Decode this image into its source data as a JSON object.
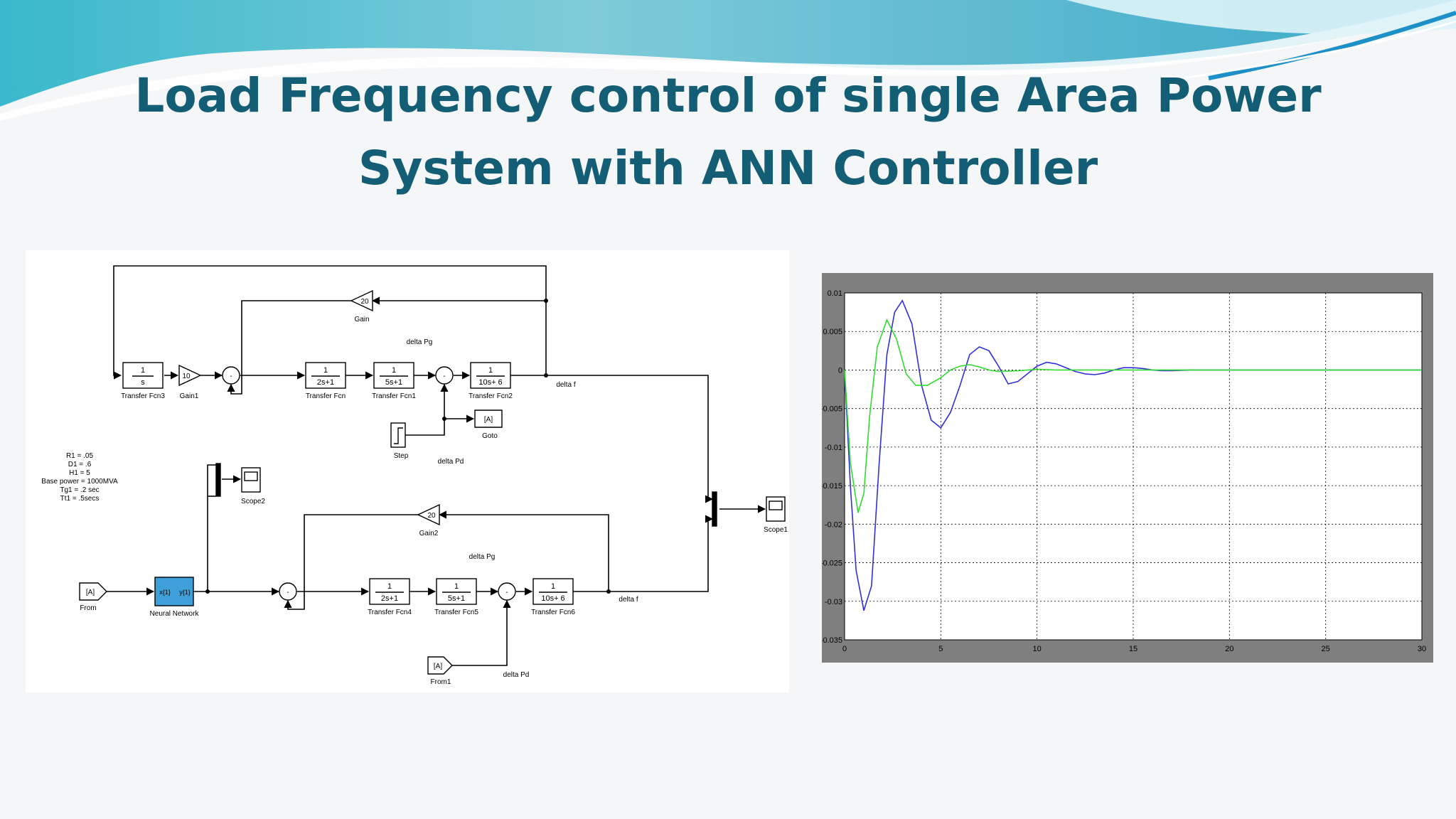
{
  "slide": {
    "title_line1": "Load Frequency control of single Area Power",
    "title_line2": "System with ANN Controller"
  },
  "diagram": {
    "blocks": {
      "tf3": {
        "num": "1",
        "den": "s",
        "label": "Transfer Fcn3"
      },
      "gain1": {
        "value": "10",
        "label": "Gain1"
      },
      "tf": {
        "num": "1",
        "den": "2s+1",
        "label": "Transfer Fcn"
      },
      "tf1": {
        "num": "1",
        "den": "5s+1",
        "label": "Transfer Fcn1"
      },
      "tf2": {
        "num": "1",
        "den": "10s+ 6",
        "label": "Transfer Fcn2"
      },
      "gain": {
        "value": "20",
        "label": "Gain"
      },
      "goto": {
        "value": "[A]",
        "label": "Goto"
      },
      "step": {
        "label": "Step"
      },
      "scope2": {
        "label": "Scope2"
      },
      "scope1": {
        "label": "Scope1"
      },
      "gain2": {
        "value": "20",
        "label": "Gain2"
      },
      "from": {
        "value": "[A]",
        "label": "From"
      },
      "nn": {
        "in": "x{1}",
        "out": "y{1}",
        "label": "Neural Network"
      },
      "tf4": {
        "num": "1",
        "den": "2s+1",
        "label": "Transfer Fcn4"
      },
      "tf5": {
        "num": "1",
        "den": "5s+1",
        "label": "Transfer Fcn5"
      },
      "tf6": {
        "num": "1",
        "den": "10s+ 6",
        "label": "Transfer Fcn6"
      },
      "from1": {
        "value": "[A]",
        "label": "From1"
      }
    },
    "signals": {
      "delta_pg_top": "delta Pg",
      "delta_f_top": "delta f",
      "delta_pd_top": "delta Pd",
      "delta_pg_bottom": "delta Pg",
      "delta_f_bottom": "delta f",
      "delta_pd_bottom": "delta Pd"
    },
    "params": [
      "R1 = .05",
      "D1 = .6",
      "H1 = 5",
      "Base power = 1000MVA",
      "Tg1 = .2 sec",
      "Tt1 = .5secs"
    ]
  },
  "chart_data": {
    "type": "line",
    "xlim": [
      0,
      30
    ],
    "ylim": [
      -0.035,
      0.01
    ],
    "xticks": [
      "0",
      "5",
      "10",
      "15",
      "20",
      "25",
      "30"
    ],
    "yticks": [
      "0.01",
      "0.005",
      "0",
      "-0.005",
      "-0.01",
      "-0.015",
      "-0.02",
      "-0.025",
      "-0.03",
      "-0.035"
    ],
    "grid": true,
    "colors": {
      "blue": "#3030d8",
      "green": "#30dc30",
      "axes_bg": "#ffffff",
      "frame_bg": "#7f7f7f"
    },
    "series": [
      {
        "x": [
          0,
          0.3,
          0.6,
          1.0,
          1.4,
          1.8,
          2.2,
          2.6,
          3.0,
          3.5,
          4.0,
          4.5,
          5.0,
          5.5,
          6.0,
          6.5,
          7.0,
          7.5,
          8.0,
          8.5,
          9.0,
          9.5,
          10.0,
          10.5,
          11.0,
          11.5,
          12.0,
          12.5,
          13.0,
          13.5,
          14.0,
          14.5,
          15.0,
          15.5,
          16.0,
          16.5,
          17.0,
          18.0,
          19.0,
          20.0,
          22.0,
          25.0,
          30.0
        ],
        "y": [
          0,
          -0.015,
          -0.026,
          -0.0312,
          -0.028,
          -0.012,
          0.002,
          0.0075,
          0.009,
          0.006,
          -0.002,
          -0.0065,
          -0.0075,
          -0.0055,
          -0.002,
          0.002,
          0.003,
          0.0025,
          0.0005,
          -0.0018,
          -0.0015,
          -0.0005,
          0.0005,
          0.001,
          0.0008,
          0.0003,
          -0.0002,
          -0.0005,
          -0.0006,
          -0.0004,
          0,
          0.0003,
          0.0003,
          0.0002,
          0,
          -0.0001,
          -0.0001,
          0,
          0,
          0,
          0,
          0,
          0
        ]
      },
      {
        "x": [
          0,
          0.3,
          0.7,
          1.0,
          1.3,
          1.7,
          2.2,
          2.7,
          3.2,
          3.7,
          4.3,
          5.0,
          5.5,
          6.0,
          6.5,
          7.0,
          7.5,
          8.0,
          9.0,
          10.0,
          11.0,
          12.0,
          14.0,
          16.0,
          20.0,
          25.0,
          30.0
        ],
        "y": [
          0,
          -0.012,
          -0.0185,
          -0.016,
          -0.006,
          0.003,
          0.0065,
          0.004,
          -0.0005,
          -0.002,
          -0.002,
          -0.001,
          0,
          0.0005,
          0.0007,
          0.0004,
          0,
          -0.0002,
          -0.0001,
          0.0001,
          0,
          0,
          0,
          0,
          0,
          0,
          0
        ]
      }
    ]
  }
}
